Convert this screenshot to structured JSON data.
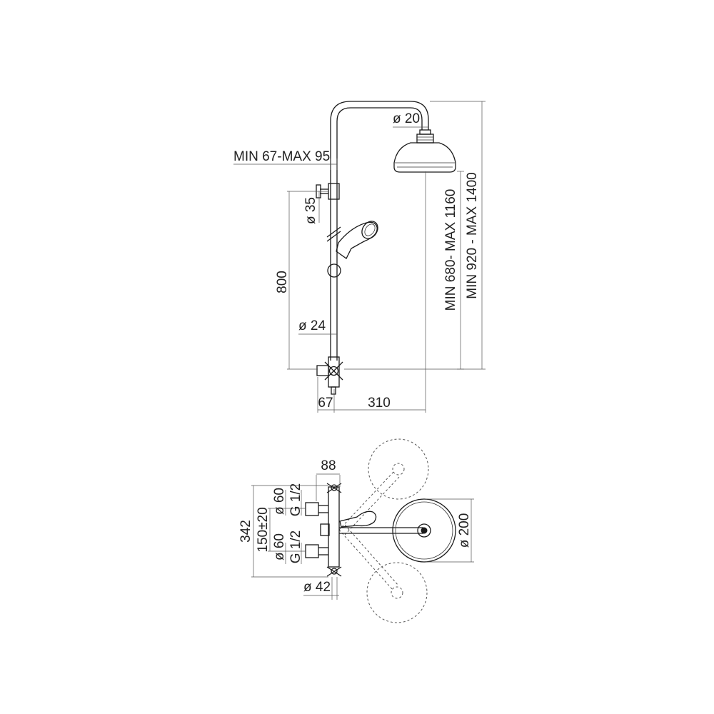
{
  "dims": {
    "rod_min_max": "MIN 67-MAX 95",
    "pipe_d20": "ø 20",
    "bracket_d35": "ø 35",
    "height_800": "800",
    "rod_d24": "ø 24",
    "offset_67": "67",
    "arm_310": "310",
    "head_height": "MIN 680- MAX 1160",
    "total_height": "MIN 920 -  MAX 1400",
    "depth_88": "88",
    "g_half_top": "G 1/2",
    "d60_top": "ø 60",
    "height_342": "342",
    "spacing_150": "150±20",
    "d60_bottom": "ø 60",
    "g_half_bottom": "G 1/2",
    "d42": "ø 42",
    "head_d200": "ø 200"
  }
}
